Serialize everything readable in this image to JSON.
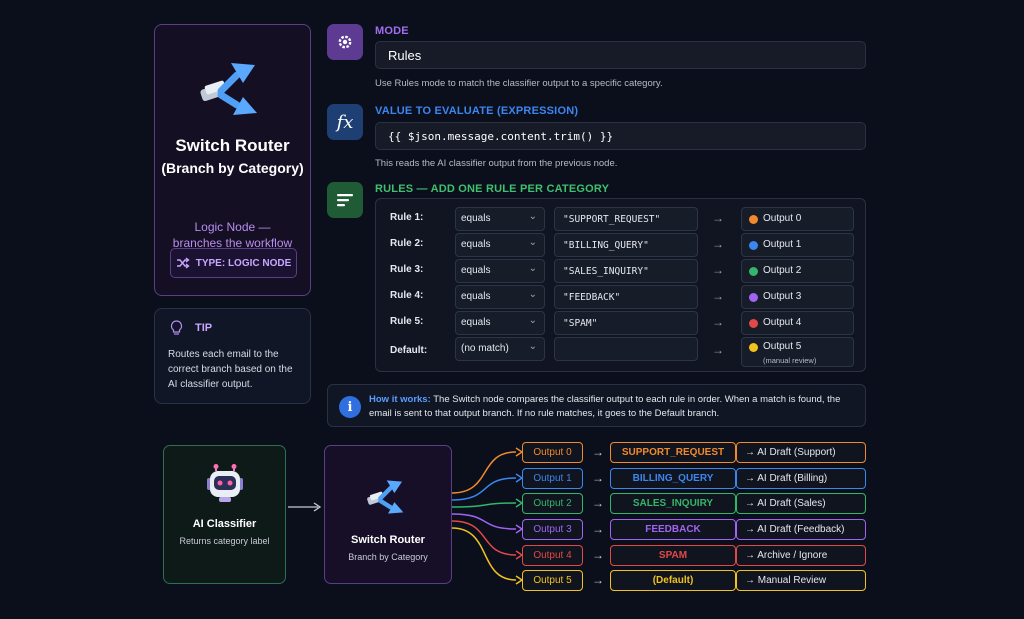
{
  "node": {
    "title": "Switch Router",
    "subtitle": "(Branch by Category)",
    "desc_line1": "Logic Node —",
    "desc_line2": "branches the workflow",
    "type_badge": "TYPE: LOGIC NODE",
    "icon": "switch-router-icon"
  },
  "tip": {
    "title": "TIP",
    "icon": "lightbulb-icon",
    "text": "Routes each email to the correct branch based on the AI classifier output."
  },
  "mode": {
    "label": "MODE",
    "value": "Rules",
    "helper": "Use Rules mode to match the classifier output to a specific category.",
    "icon": "gear-icon",
    "color": "#a06ef0"
  },
  "value_to_evaluate": {
    "label": "VALUE TO EVALUATE (EXPRESSION)",
    "value": "{{ $json.message.content.trim() }}",
    "helper": "This reads the AI classifier output from the previous node.",
    "icon": "function-icon",
    "color": "#3c86f0"
  },
  "rules": {
    "label": "RULES — ADD ONE RULE PER CATEGORY",
    "icon": "list-icon",
    "color": "#3fc06e",
    "items": [
      {
        "name": "Rule 1:",
        "op": "equals",
        "value": "\"SUPPORT_REQUEST\"",
        "output": "Output 0",
        "color": "#f08a2c"
      },
      {
        "name": "Rule 2:",
        "op": "equals",
        "value": "\"BILLING_QUERY\"",
        "output": "Output 1",
        "color": "#3c86f0"
      },
      {
        "name": "Rule 3:",
        "op": "equals",
        "value": "\"SALES_INQUIRY\"",
        "output": "Output 2",
        "color": "#33b56a"
      },
      {
        "name": "Rule 4:",
        "op": "equals",
        "value": "\"FEEDBACK\"",
        "output": "Output 3",
        "color": "#a163f2"
      },
      {
        "name": "Rule 5:",
        "op": "equals",
        "value": "\"SPAM\"",
        "output": "Output 4",
        "color": "#e34848"
      }
    ],
    "default": {
      "name": "Default:",
      "op": "(no match)",
      "value": "",
      "output": "Output 5",
      "output_sub": "(manual review)",
      "color": "#f2c21e"
    }
  },
  "info": {
    "lead": "How it works:",
    "text": " The Switch node compares the classifier output to each rule in order. When a match is found, the email is sent to that output branch. If no rule matches, it goes to the Default branch."
  },
  "flow": {
    "classifier_title": "AI Classifier",
    "classifier_sub": "Returns category label",
    "router_title": "Switch Router",
    "router_sub": "Branch by Category",
    "branches": [
      {
        "output": "Output 0",
        "category": "SUPPORT_REQUEST",
        "dest": "→ AI Draft (Support)",
        "color": "#f08a2c"
      },
      {
        "output": "Output 1",
        "category": "BILLING_QUERY",
        "dest": "→ AI Draft (Billing)",
        "color": "#3c86f0"
      },
      {
        "output": "Output 2",
        "category": "SALES_INQUIRY",
        "dest": "→ AI Draft (Sales)",
        "color": "#33b56a"
      },
      {
        "output": "Output 3",
        "category": "FEEDBACK",
        "dest": "→ AI Draft (Feedback)",
        "color": "#a163f2"
      },
      {
        "output": "Output 4",
        "category": "SPAM",
        "dest": "→ Archive / Ignore",
        "color": "#e34848"
      },
      {
        "output": "Output 5",
        "category": "(Default)",
        "dest": "→ Manual Review",
        "color": "#f2c21e"
      }
    ]
  }
}
